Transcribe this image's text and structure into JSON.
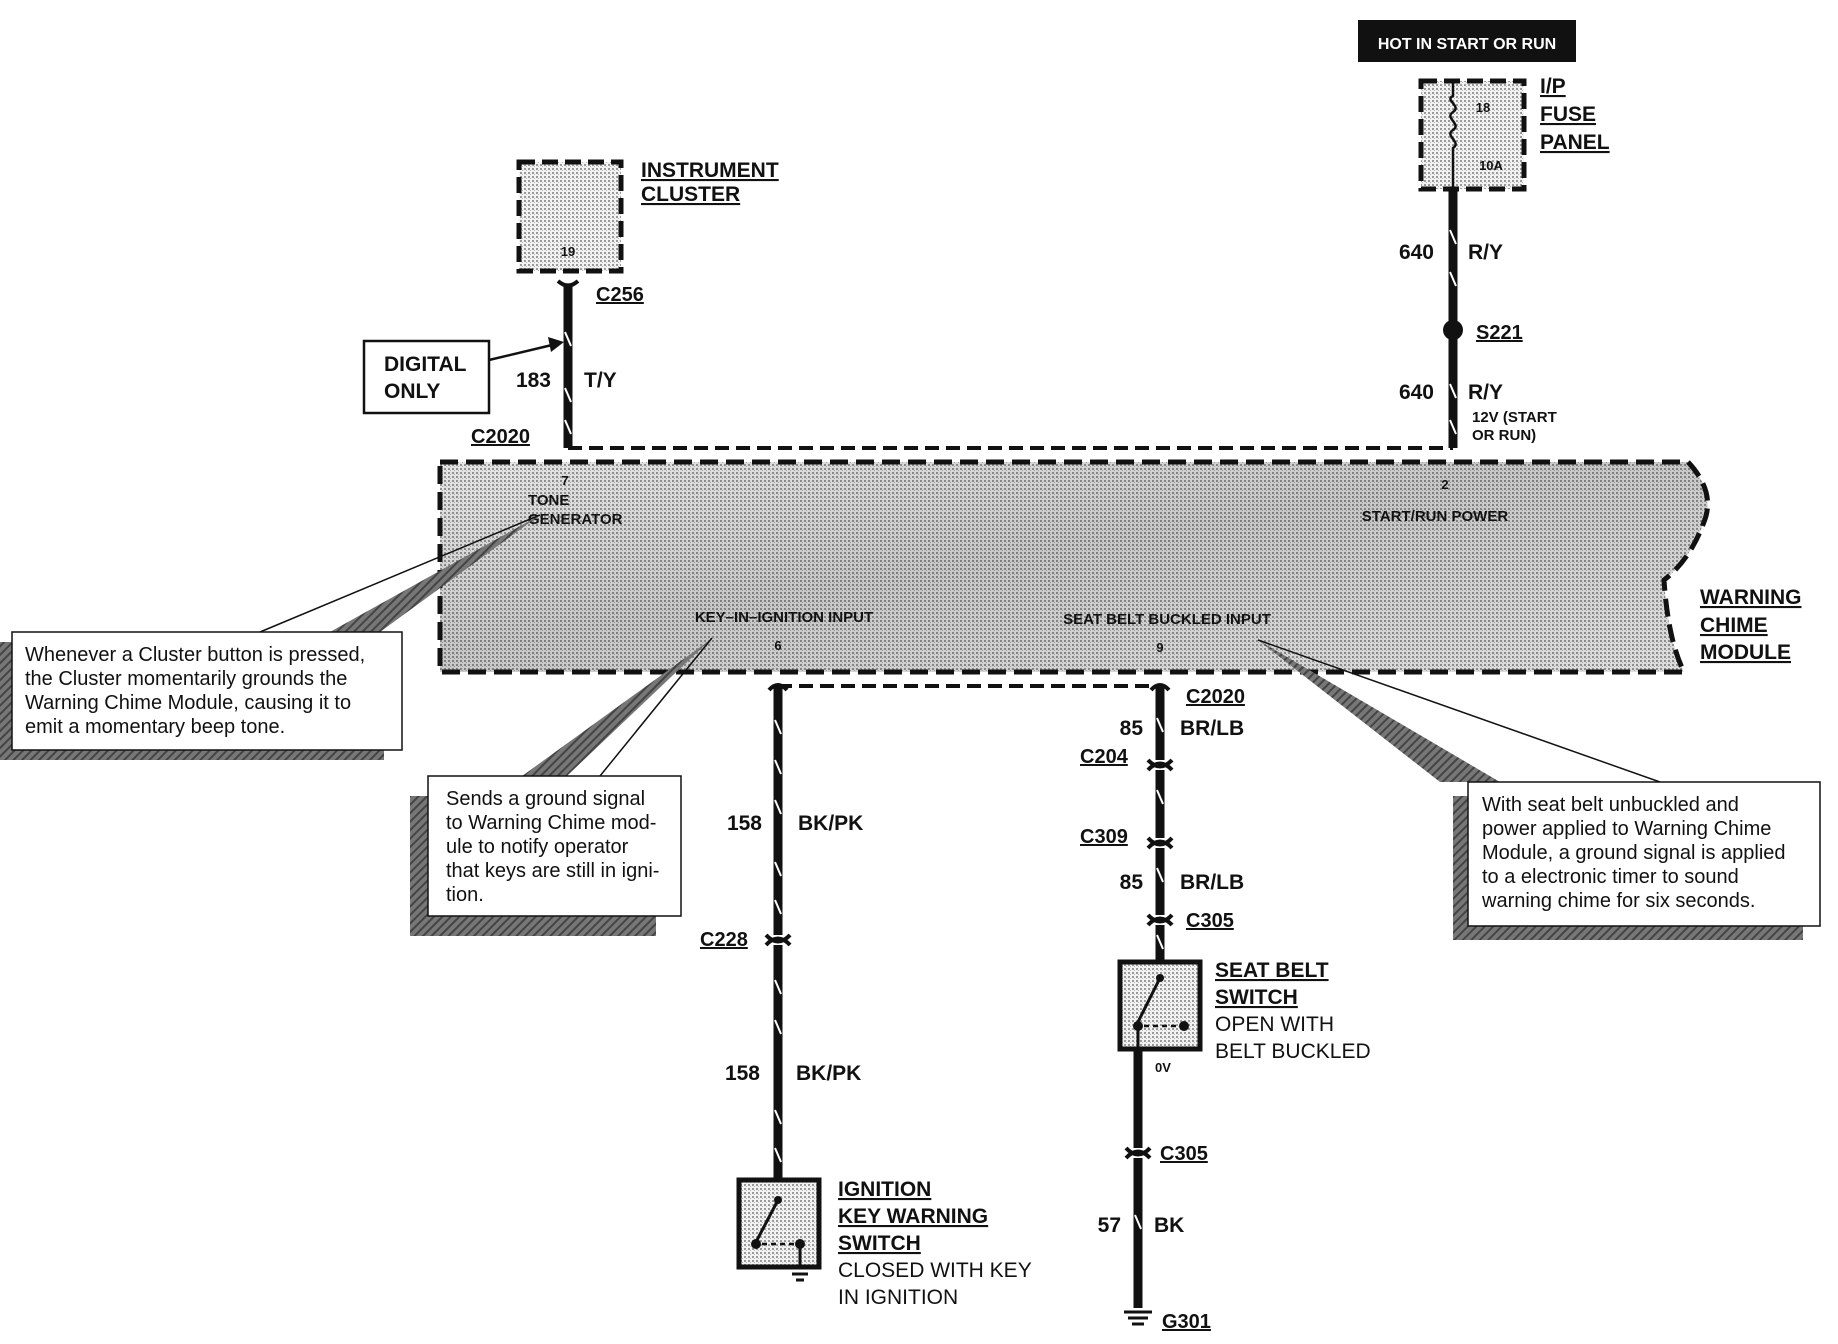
{
  "header": {
    "hot_label": "HOT IN START OR RUN"
  },
  "components": {
    "fuse_panel": {
      "label_lines": [
        "I/P",
        "FUSE",
        "PANEL"
      ],
      "fuse_number": "18",
      "fuse_rating": "10A"
    },
    "instrument_cluster": {
      "label_lines": [
        "INSTRUMENT",
        "CLUSTER"
      ],
      "pin": "19"
    },
    "warning_chime_module": {
      "label_lines": [
        "WARNING",
        "CHIME",
        "MODULE"
      ],
      "pins": {
        "tone_pin": "7",
        "tone_label_lines": [
          "TONE",
          "GENERATOR"
        ],
        "power_pin": "2",
        "power_label": "START/RUN POWER",
        "key_label": "KEY–IN–IGNITION INPUT",
        "key_pin": "6",
        "seat_label": "SEAT BELT BUCKLED INPUT",
        "seat_pin": "9"
      }
    },
    "ignition_switch": {
      "label_lines": [
        "IGNITION",
        "KEY WARNING",
        "SWITCH"
      ],
      "desc_lines": [
        "CLOSED WITH KEY",
        "IN IGNITION"
      ]
    },
    "seat_belt_switch": {
      "label_lines": [
        "SEAT BELT",
        "SWITCH"
      ],
      "desc_lines": [
        "OPEN WITH",
        "BELT BUCKLED"
      ],
      "voltage": "0V"
    }
  },
  "wires": {
    "w640_top": {
      "circuit": "640",
      "color": "R/Y"
    },
    "w640_bottom": {
      "circuit": "640",
      "color": "R/Y",
      "note_lines": [
        "12V (START",
        "OR RUN)"
      ]
    },
    "w183": {
      "circuit": "183",
      "color": "T/Y"
    },
    "w158_top": {
      "circuit": "158",
      "color": "BK/PK"
    },
    "w158_bottom": {
      "circuit": "158",
      "color": "BK/PK"
    },
    "w85_top": {
      "circuit": "85",
      "color": "BR/LB"
    },
    "w85_bottom": {
      "circuit": "85",
      "color": "BR/LB"
    },
    "w57": {
      "circuit": "57",
      "color": "BK"
    }
  },
  "connectors": {
    "s221": "S221",
    "c256": "C256",
    "c2020_left": "C2020",
    "c2020_right": "C2020",
    "c204": "C204",
    "c309": "C309",
    "c305_top": "C305",
    "c305_bottom": "C305",
    "c228": "C228",
    "g301": "G301"
  },
  "labels": {
    "digital_only_lines": [
      "DIGITAL",
      "ONLY"
    ]
  },
  "notes": {
    "cluster_note": [
      "Whenever a Cluster button is pressed,",
      "the Cluster momentarily grounds the",
      "Warning Chime Module, causing it to",
      "emit a momentary beep tone."
    ],
    "ground_note": [
      "Sends a ground signal",
      "to Warning Chime mod-",
      "ule to notify operator",
      "that keys are still in igni-",
      "tion."
    ],
    "seatbelt_note": [
      "With seat belt unbuckled and",
      "power applied to Warning Chime",
      "Module, a ground signal is applied",
      "to a electronic timer to sound",
      "warning chime for six seconds."
    ]
  }
}
